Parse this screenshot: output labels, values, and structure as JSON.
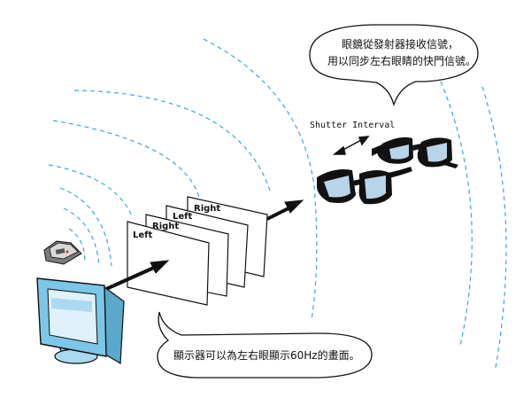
{
  "callouts": {
    "glasses_line1": "眼鏡從發射器接收信號，",
    "glasses_line2": "用以同步左右眼睛的快門信號。",
    "display": "顯示器可以為左右眼顯示60Hz的畫面。"
  },
  "shutter_label": "Shutter Interval",
  "frames": [
    {
      "label": "Right"
    },
    {
      "label": "Left"
    },
    {
      "label": "Right"
    },
    {
      "label": "Left"
    }
  ],
  "colors": {
    "wave": "#39a8d8",
    "lens": "#b8d4e8",
    "monitor": "#7cc6e8",
    "ink": "#111111"
  },
  "icons": {
    "monitor": "crt-monitor-icon",
    "emitter": "ir-emitter-icon",
    "glasses": "shutter-glasses-icon"
  }
}
